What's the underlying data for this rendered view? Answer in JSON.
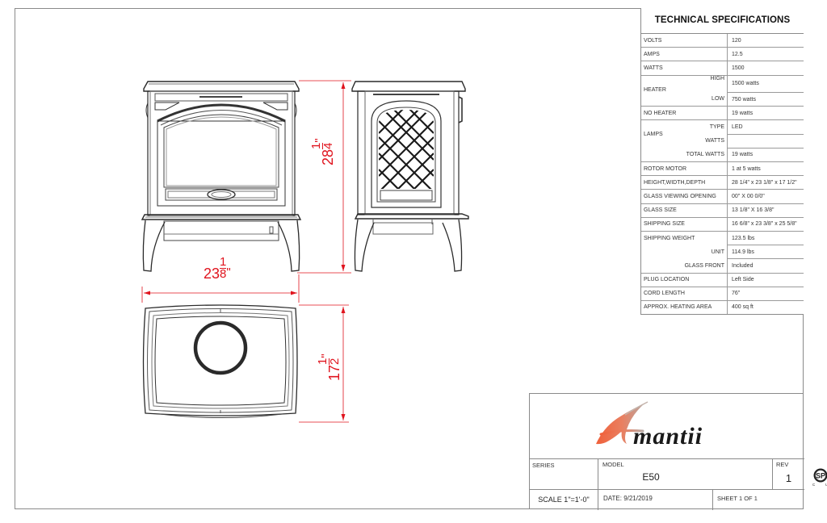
{
  "spec_sheet": {
    "title": "TECHNICAL SPECIFICATIONS",
    "rows": {
      "volts": {
        "label": "VOLTS",
        "value": "120"
      },
      "amps": {
        "label": "AMPS",
        "value": "12.5"
      },
      "watts": {
        "label": "WATTS",
        "value": "1500"
      },
      "heater": {
        "label": "HEATER",
        "high_label": "HIGH",
        "high_value": "1500 watts",
        "low_label": "LOW",
        "low_value": "750 watts"
      },
      "no_heater": {
        "label": "NO HEATER",
        "value": "19 watts"
      },
      "lamps": {
        "label": "LAMPS",
        "type_label": "TYPE",
        "type_value": "LED",
        "watts_label": "WATTS",
        "watts_value": "",
        "total_label": "TOTAL WATTS",
        "total_value": "19 watts"
      },
      "rotor_motor": {
        "label": "ROTOR MOTOR",
        "value": "1 at 5 watts"
      },
      "hwd": {
        "label": "HEIGHT,WIDTH,DEPTH",
        "value": "28 1/4\" x 23 1/8\" x 17 1/2\""
      },
      "glass_opening": {
        "label": "GLASS VIEWING OPENING",
        "value": "00\" X 00 0/0\""
      },
      "glass_size": {
        "label": "GLASS SIZE",
        "value": "13 1/8\" X 16 3/8\""
      },
      "shipping_size": {
        "label": "SHIPPING SIZE",
        "value": "16 6/8\" x 23 3/8\" x 25 5/8\""
      },
      "shipping_weight": {
        "label": "SHIPPING WEIGHT",
        "value": "123.5 lbs",
        "unit_label": "UNIT",
        "unit_value": "114.9 lbs",
        "glass_front_label": "GLASS FRONT",
        "glass_front_value": "Included"
      },
      "plug_location": {
        "label": "PLUG LOCATION",
        "value": "Left Side"
      },
      "cord_length": {
        "label": "CORD LENGTH",
        "value": "76\""
      },
      "heating_area": {
        "label": "APPROX. HEATING AREA",
        "value": "400 sq ft"
      }
    }
  },
  "dimensions": {
    "width": {
      "whole": "23",
      "num": "1",
      "den": "8",
      "unit": "\""
    },
    "height": {
      "whole": "28",
      "num": "1",
      "den": "4",
      "unit": "\""
    },
    "depth": {
      "whole": "17",
      "num": "1",
      "den": "2",
      "unit": "\""
    },
    "color": "#e0141e"
  },
  "title_block": {
    "brand": "Amantii",
    "brand_colors": {
      "gradient_start": "#f0603a",
      "gradient_end": "#b8a8a0",
      "text": "#1a1a1a"
    },
    "series_label": "SERIES",
    "series_value": "",
    "model_label": "MODEL",
    "model_value": "E50",
    "certification": {
      "mark": "SP",
      "left": "C",
      "right": "US"
    },
    "rev_label": "REV",
    "rev_value": "1",
    "scale": "SCALE 1\"=1'-0\"",
    "date": "DATE:  9/21/2019",
    "sheet": "SHEET 1 OF 1"
  }
}
